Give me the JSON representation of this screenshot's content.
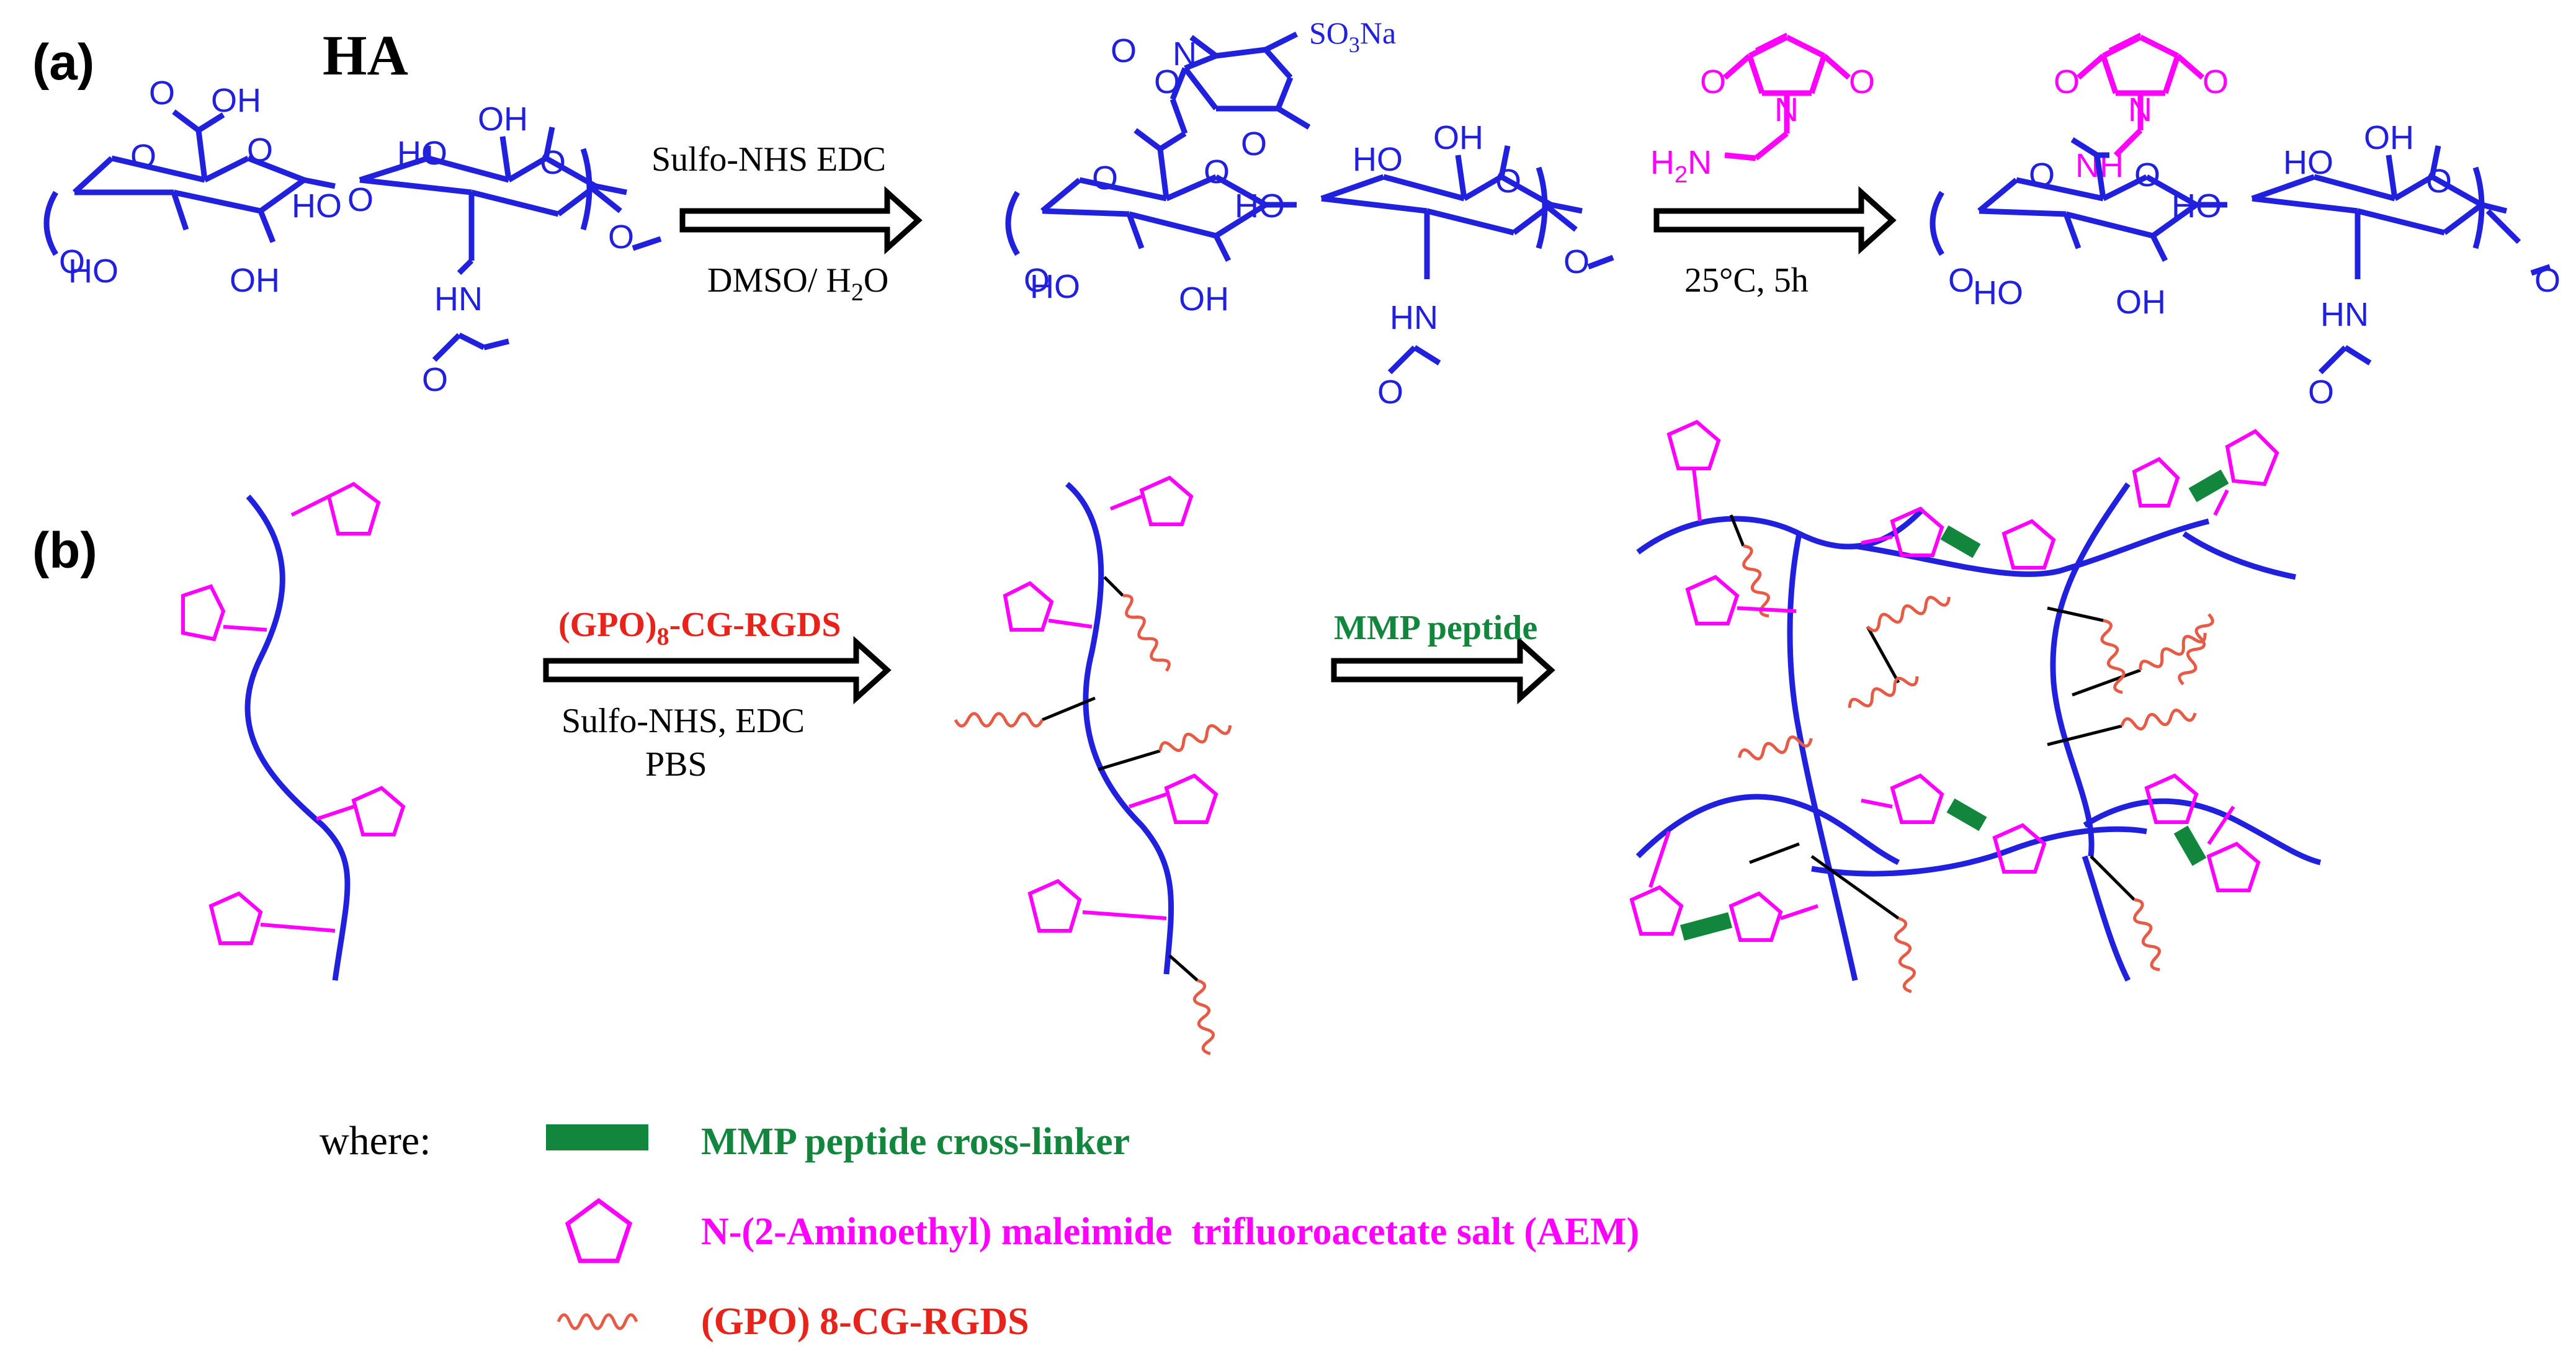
{
  "panel_a": {
    "label": "(a)",
    "title": "HA",
    "step1_reagents": "Sulfo-NHS EDC",
    "step1_solvent_main": "DMSO/ H",
    "step1_solvent_sub": "2",
    "step1_solvent_end": "O",
    "step2_conditions": "25°C, 5h",
    "atoms": {
      "o": "O",
      "oh": "OH",
      "ho": "HO",
      "nh": "NH",
      "n": "N",
      "h2n_main": "H",
      "h2n_sub": "2",
      "h2n_end": "N",
      "so3na_main": "SO",
      "so3na_sub": "3",
      "so3na_end": "Na"
    }
  },
  "panel_b": {
    "label": "(b)",
    "step1_peptide_main": "(GPO)",
    "step1_peptide_sub": "8",
    "step1_peptide_end": "-CG-RGDS",
    "step1_reagents": "Sulfo-NHS, EDC",
    "step1_buffer": "PBS",
    "step2_label": "MMP peptide"
  },
  "legend": {
    "intro": "where:",
    "items": [
      {
        "label": "MMP peptide cross-linker",
        "color": "#13863e"
      },
      {
        "label": "N-(2-Aminoethyl) maleimide  trifluoroacetate salt (AEM)",
        "color": "#ff00ff"
      },
      {
        "label": "(GPO) 8-CG-RGDS",
        "color": "#e8231b"
      }
    ]
  },
  "colors": {
    "ha": "#2020dd",
    "aem": "#ff00ff",
    "rgds": "#e55b45",
    "mmp": "#13863e",
    "black": "#000000"
  }
}
